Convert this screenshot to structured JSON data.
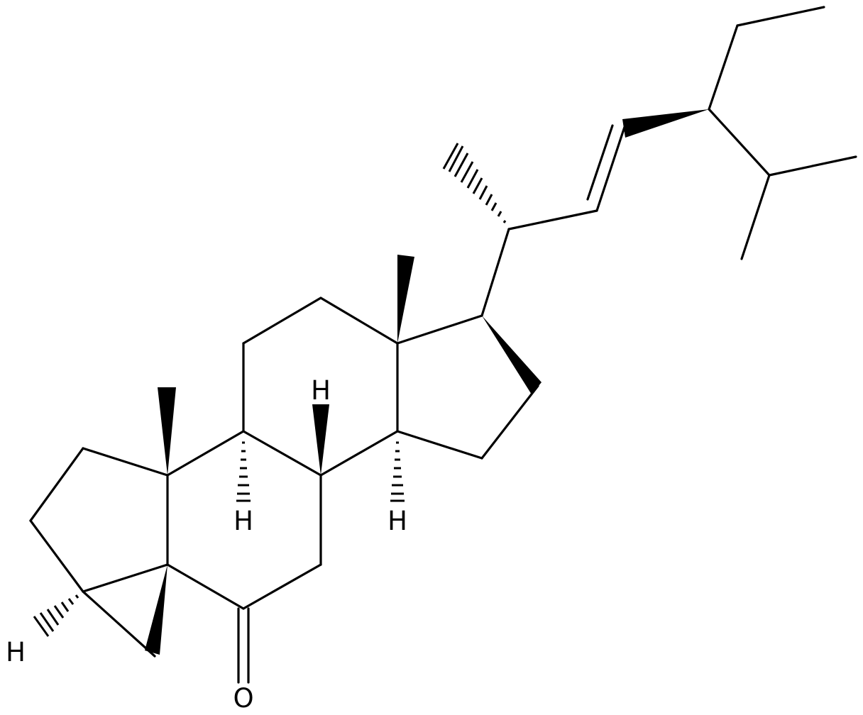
{
  "diagram": {
    "type": "skeletal-structure",
    "atoms": [
      {
        "id": "o1",
        "label": "O"
      },
      {
        "id": "h9",
        "label": "H"
      },
      {
        "id": "h8",
        "label": "H"
      },
      {
        "id": "h14",
        "label": "H"
      },
      {
        "id": "h3",
        "label": "H"
      }
    ]
  }
}
